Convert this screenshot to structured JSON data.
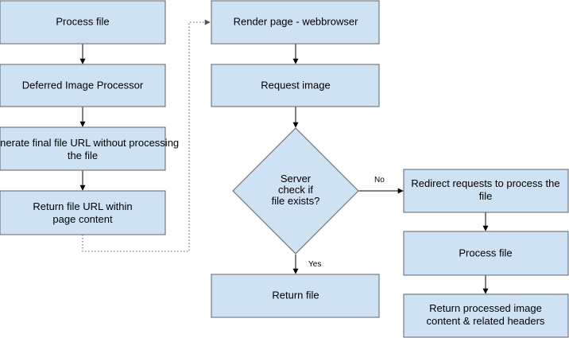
{
  "colors": {
    "node_fill": "#cfe2f3",
    "node_stroke": "#5f6368",
    "edge": "#000000"
  },
  "nodes": {
    "process_file": "Process file",
    "deferred_processor": "Deferred Image Processor",
    "generate_url": "Generate final file URL without processing the file",
    "return_url": "Return file URL within page content",
    "render_page": "Render page - webbrowser",
    "request_image": "Request image",
    "server_check": "Server check if file exists?",
    "redirect_requests": "Redirect requests to process the file",
    "process_file_2": "Process file",
    "return_file": "Return file",
    "return_processed": "Return processed image content & related headers"
  },
  "edges": {
    "no_label": "No",
    "yes_label": "Yes"
  }
}
